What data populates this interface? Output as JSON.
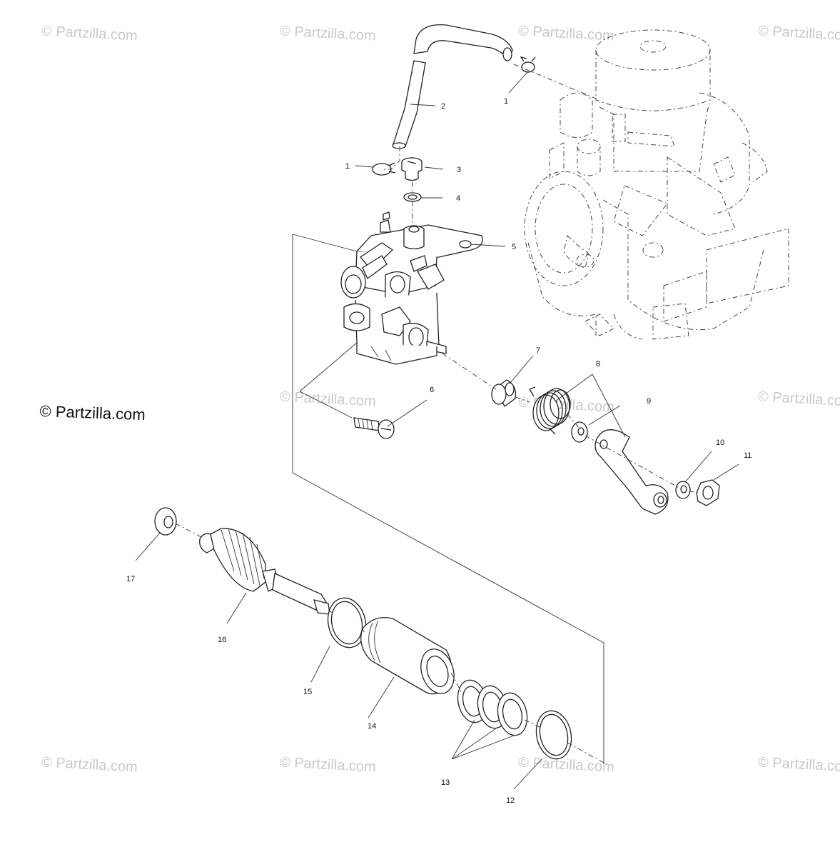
{
  "watermark_text": "© Partzilla.com",
  "brand_text": "© Partzilla.com",
  "callouts": {
    "c1a": "1",
    "c1b": "1",
    "c2": "2",
    "c3": "3",
    "c4": "4",
    "c5": "5",
    "c6": "6",
    "c7": "7",
    "c8": "8",
    "c9": "9",
    "c10": "10",
    "c11": "11",
    "c12": "12",
    "c13": "13",
    "c14": "14",
    "c15": "15",
    "c16": "16",
    "c17": "17"
  }
}
